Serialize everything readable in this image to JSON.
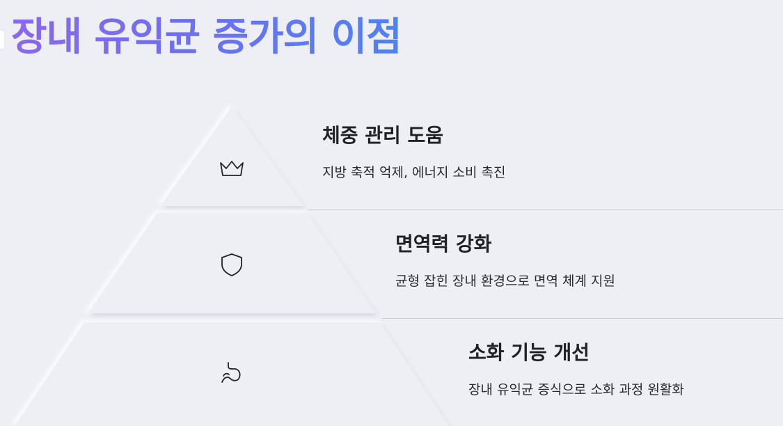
{
  "title": "장내 유익균 증가의 이점",
  "tiers": [
    {
      "icon": "crown-icon",
      "heading": "체중 관리 도움",
      "description": "지방 축적 억제, 에너지 소비 촉진"
    },
    {
      "icon": "shield-icon",
      "heading": "면역력 강화",
      "description": "균형 잡힌 장내 환경으로 면역 체계 지원"
    },
    {
      "icon": "stomach-icon",
      "heading": "소화 기능 개선",
      "description": "장내 유익균 증식으로 소화 과정 원활화"
    }
  ],
  "colors": {
    "background": "#eeeff5",
    "title_gradient_start": "#8b67ef",
    "title_gradient_end": "#4f82f2",
    "tier_fill": "#eeeff5",
    "divider": "#c9cad3"
  }
}
